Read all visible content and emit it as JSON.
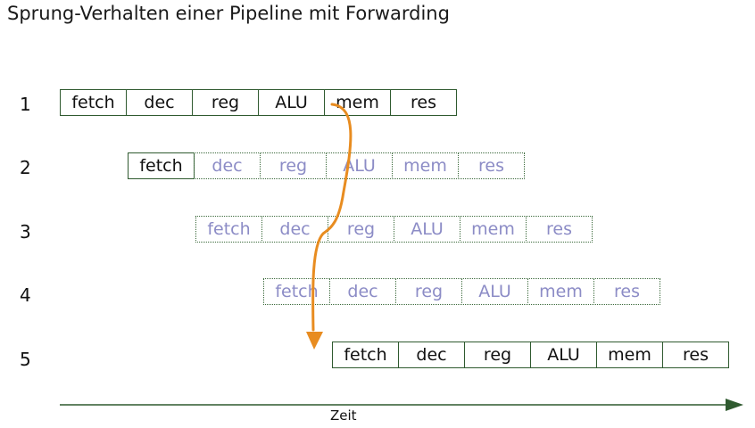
{
  "title": "Sprung-Verhalten einer Pipeline mit Forwarding",
  "axis_label": "Zeit",
  "rows": [
    {
      "num": "1",
      "style": "solid",
      "stages": [
        "fetch",
        "dec",
        "reg",
        "ALU",
        "mem",
        "res"
      ]
    },
    {
      "num": "2",
      "style": "mixed",
      "stages": [
        "fetch",
        "dec",
        "reg",
        "ALU",
        "mem",
        "res"
      ]
    },
    {
      "num": "3",
      "style": "dotted",
      "stages": [
        "fetch",
        "dec",
        "reg",
        "ALU",
        "mem",
        "res"
      ]
    },
    {
      "num": "4",
      "style": "dotted",
      "stages": [
        "fetch",
        "dec",
        "reg",
        "ALU",
        "mem",
        "res"
      ]
    },
    {
      "num": "5",
      "style": "solid",
      "stages": [
        "fetch",
        "dec",
        "reg",
        "ALU",
        "mem",
        "res"
      ]
    }
  ],
  "colors": {
    "solid_border": "#2f5a2f",
    "inactive_text": "#8c8cc6",
    "forwarding_arrow": "#e88c20",
    "axis": "#2f5a2f"
  }
}
